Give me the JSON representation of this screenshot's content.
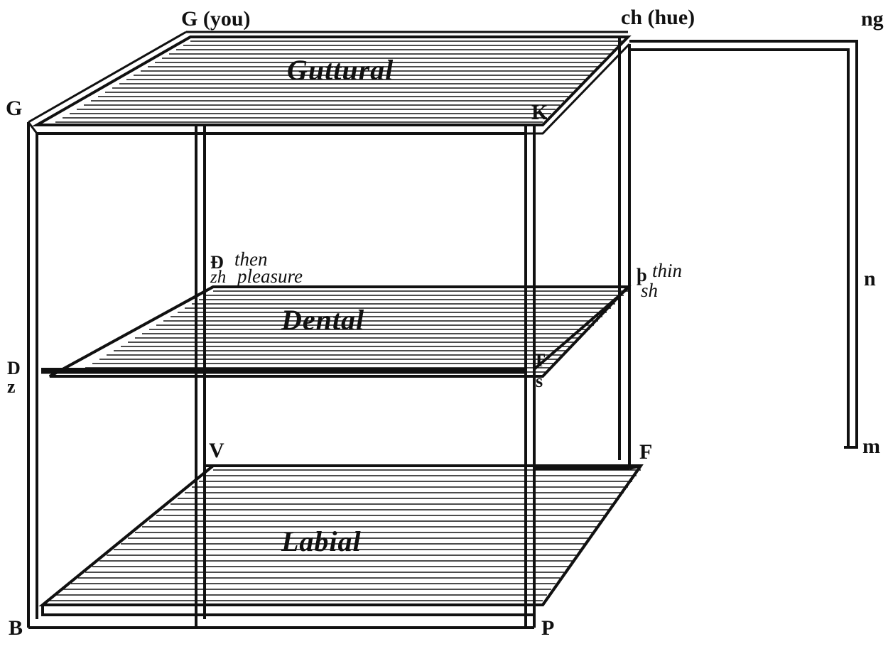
{
  "figure": {
    "kind": "phonetic-consonant-cube",
    "background_color": "#ffffff",
    "ink_color": "#111111"
  },
  "shelves": [
    {
      "id": "guttural",
      "title": "Guttural"
    },
    {
      "id": "dental",
      "title": "Dental"
    },
    {
      "id": "labial",
      "title": "Labial"
    }
  ],
  "labels": {
    "top_back_left": "G (you)",
    "top_back_right": "ch (hue)",
    "top_far_right": "ng",
    "left_guttural": "G",
    "right_guttural": "K",
    "left_dental_upper": "D",
    "left_dental_lower": "z",
    "right_dental_upper": "T",
    "right_dental_lower": "s",
    "left_labial": "B",
    "right_labial": "P",
    "front_labial": "V",
    "front_guttural_right": "F",
    "mid_far_right": "n",
    "bottom_far_right": "m"
  },
  "annotations": {
    "dental_inner_symbol": "Ð",
    "dental_inner_gloss_1": "then",
    "dental_inner_gloss_2_symbol": "zh",
    "dental_inner_gloss_2": "pleasure",
    "dental_outer_symbol": "þ",
    "dental_outer_gloss_1": "thin",
    "dental_outer_gloss_2": "sh"
  }
}
